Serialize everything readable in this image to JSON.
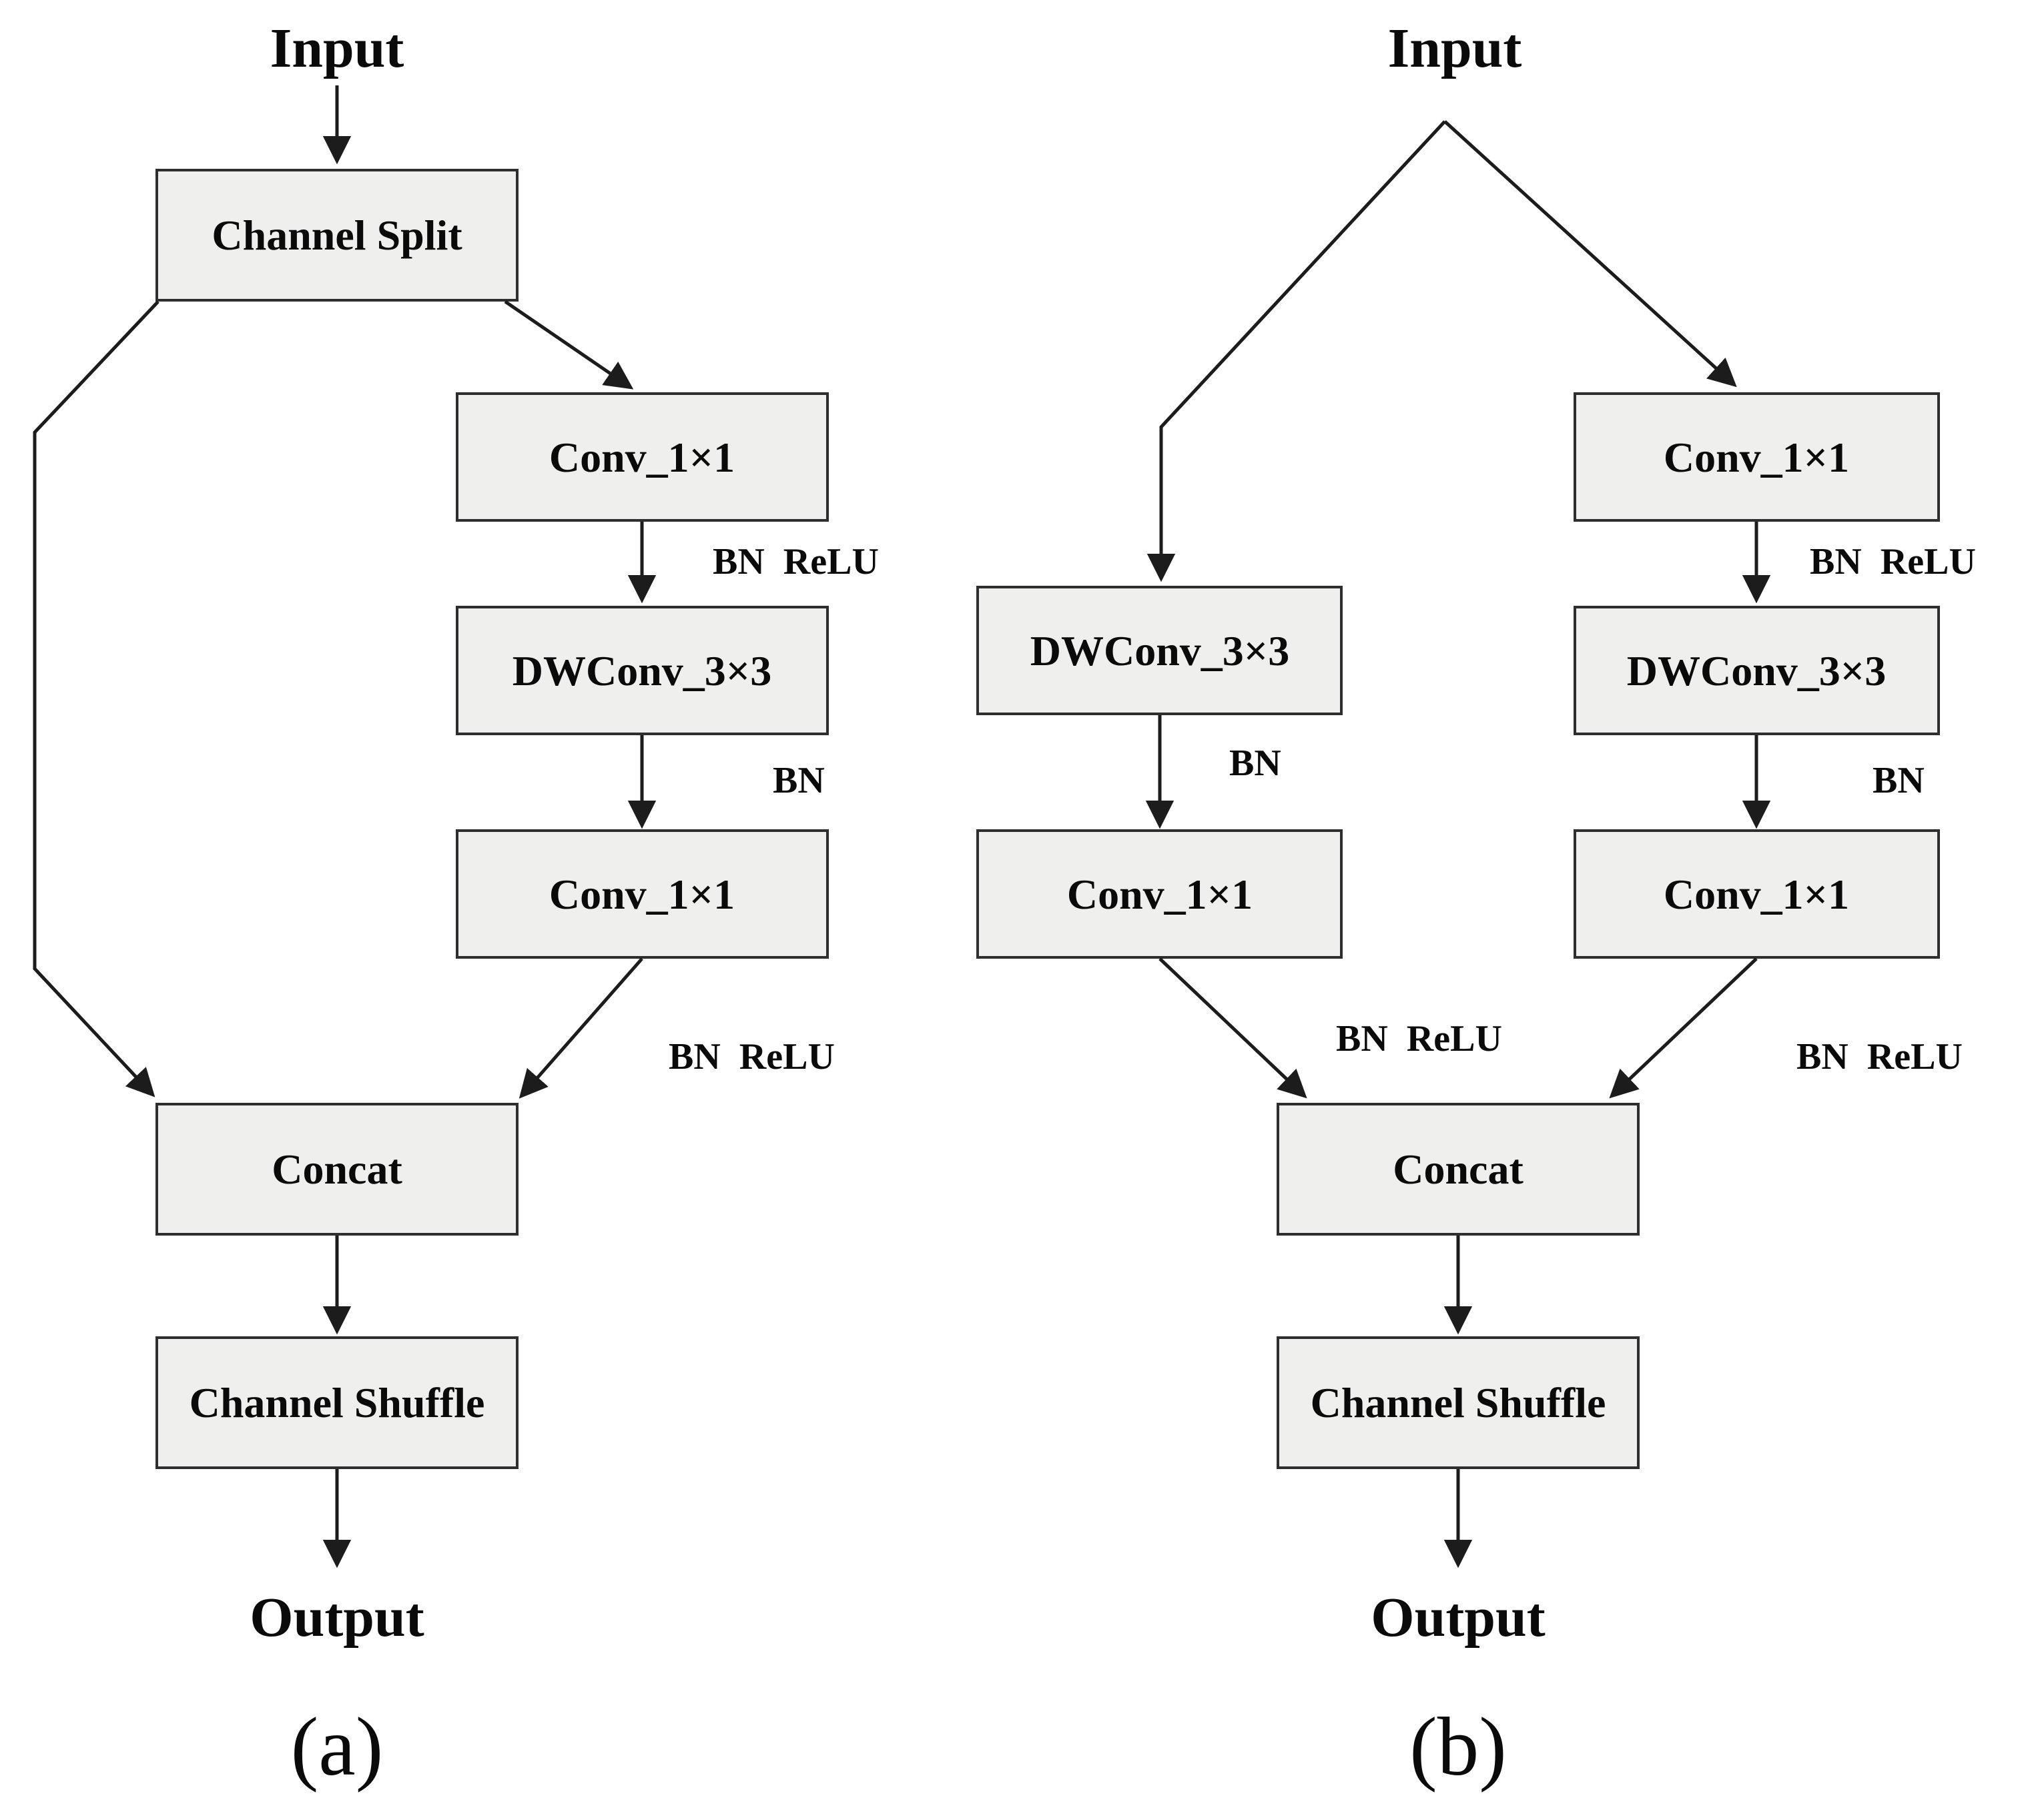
{
  "figure": {
    "background": "#ffffff",
    "box_fill": "#efefee",
    "box_stroke": "#2e2e2e",
    "line_color": "#1c1c1c",
    "text_color": "#0a0a0a"
  },
  "diagram_a": {
    "input_label": "Input",
    "channel_split": "Channel Split",
    "conv1": "Conv_1×1",
    "bn_relu_1": "BN  ReLU",
    "dwconv": "DWConv_3×3",
    "bn": "BN",
    "conv2": "Conv_1×1",
    "bn_relu_2": "BN  ReLU",
    "concat": "Concat",
    "channel_shuffle": "Channel Shuffle",
    "output_label": "Output",
    "caption": "(a)"
  },
  "diagram_b": {
    "input_label": "Input",
    "left_branch": {
      "dwconv": "DWConv_3×3",
      "bn": "BN",
      "conv": "Conv_1×1",
      "bn_relu": "BN  ReLU"
    },
    "right_branch": {
      "conv1": "Conv_1×1",
      "bn_relu_1": "BN  ReLU",
      "dwconv": "DWConv_3×3",
      "bn": "BN",
      "conv2": "Conv_1×1",
      "bn_relu_2": "BN  ReLU"
    },
    "concat": "Concat",
    "channel_shuffle": "Channel Shuffle",
    "output_label": "Output",
    "caption": "(b)"
  }
}
